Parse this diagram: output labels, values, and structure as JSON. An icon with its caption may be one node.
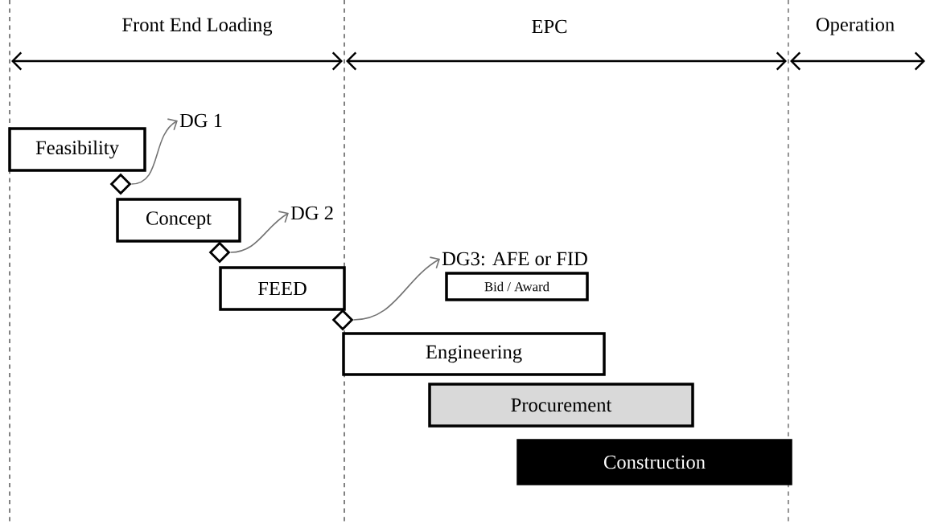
{
  "diagram": {
    "nodes": [
      {
        "text": [
          "Feasibility"
        ]
      },
      {
        "text": [
          "Concept"
        ]
      },
      {
        "text": [
          "FEED"
        ]
      },
      {
        "text": [
          "Bid / Award"
        ]
      },
      {
        "text": [
          "Engineering"
        ]
      },
      {
        "text": [
          "Procurement"
        ]
      },
      {
        "text": [
          "Construction"
        ]
      },
      {
        "text": [],
        "shape": "diamond"
      },
      {
        "text": [],
        "shape": "diamond"
      },
      {
        "text": [],
        "shape": "diamond"
      },
      {
        "text": [
          "DG 1"
        ]
      },
      {
        "text": [
          "DG 2"
        ]
      },
      {
        "text": [
          "DG3: AFE or FID"
        ]
      }
    ],
    "edges": [
      {
        "from": 7,
        "to": 10,
        "arrow": "to"
      },
      {
        "from": 8,
        "to": 11,
        "arrow": "to"
      },
      {
        "from": 9,
        "to": 12,
        "arrow": "to"
      }
    ],
    "labels": [
      "Front End Loading",
      "EPC",
      "Operation"
    ]
  }
}
